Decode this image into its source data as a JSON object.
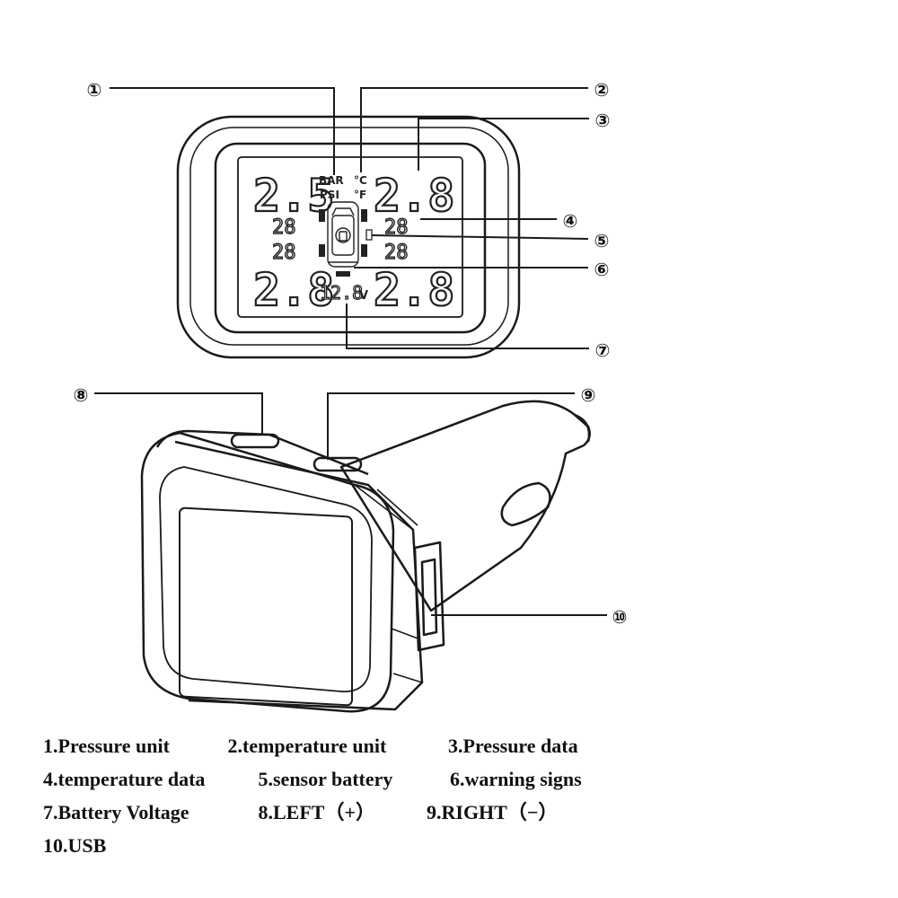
{
  "display": {
    "unit_bar": "BAR",
    "unit_psi": "PSI",
    "unit_c": "°C",
    "unit_f": "°F",
    "pressure_front_left": "2.5",
    "pressure_front_right": "2.8",
    "pressure_rear_left": "2.8",
    "pressure_rear_right": "2.8",
    "temp_front_left": "28",
    "temp_front_right": "28",
    "temp_rear_left": "28",
    "temp_rear_right": "28",
    "voltage": "12.8",
    "voltage_unit": "V"
  },
  "callouts": [
    {
      "label": "①"
    },
    {
      "label": "②"
    },
    {
      "label": "③"
    },
    {
      "label": "④"
    },
    {
      "label": "⑤"
    },
    {
      "label": "⑥"
    },
    {
      "label": "⑦"
    },
    {
      "label": "⑧"
    },
    {
      "label": "⑨"
    },
    {
      "label": "⑩"
    }
  ],
  "legend": [
    [
      "1.Pressure unit",
      "2.temperature unit",
      "3.Pressure data"
    ],
    [
      "4.temperature data",
      "5.sensor battery",
      "6.warning signs"
    ],
    [
      "7.Battery Voltage",
      "8.LEFT（+）",
      "9.RIGHT（−）"
    ],
    [
      "10.USB"
    ]
  ],
  "colors": {
    "line": "#1a1a1a",
    "lcd_segment": "#222222"
  }
}
